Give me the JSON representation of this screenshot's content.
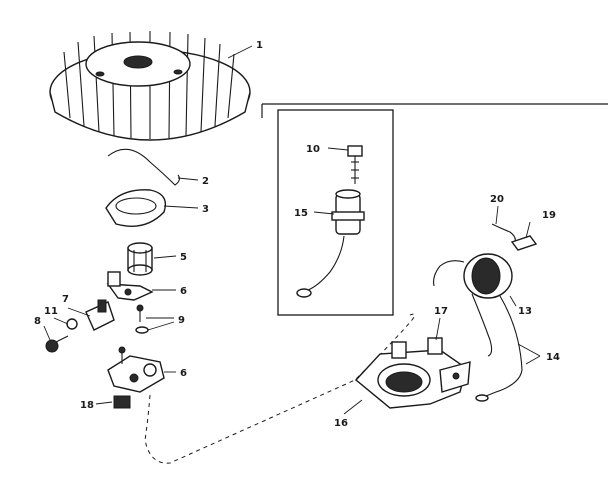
{
  "diagram": {
    "callouts": [
      {
        "id": "c1",
        "text": "1"
      },
      {
        "id": "c2",
        "text": "2"
      },
      {
        "id": "c3",
        "text": "3"
      },
      {
        "id": "c5",
        "text": "5"
      },
      {
        "id": "c6a",
        "text": "6"
      },
      {
        "id": "c9",
        "text": "9"
      },
      {
        "id": "c6b",
        "text": "6"
      },
      {
        "id": "c7",
        "text": "7"
      },
      {
        "id": "c11",
        "text": "11"
      },
      {
        "id": "c8",
        "text": "8"
      },
      {
        "id": "c18",
        "text": "18"
      },
      {
        "id": "c10",
        "text": "10"
      },
      {
        "id": "c15",
        "text": "15"
      },
      {
        "id": "c20",
        "text": "20"
      },
      {
        "id": "c19",
        "text": "19"
      },
      {
        "id": "c13",
        "text": "13"
      },
      {
        "id": "c17",
        "text": "17"
      },
      {
        "id": "c14",
        "text": "14"
      },
      {
        "id": "c16",
        "text": "16"
      }
    ]
  }
}
